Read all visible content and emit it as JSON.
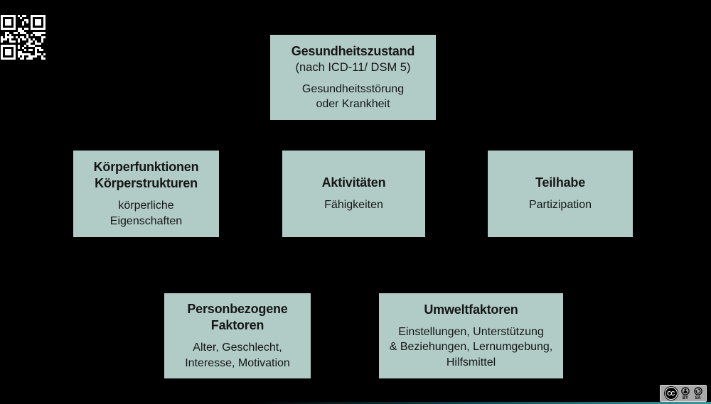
{
  "background": "#000000",
  "box_color": "#b1ccc7",
  "text_color": "#161616",
  "accent_bar_color": "#2e808a",
  "boxes": [
    {
      "id": "gesundheitszustand",
      "title": "Gesundheitszustand",
      "subtitle": "(nach ICD-11/ DSM 5)",
      "body": "Gesundheitsstörung\noder Krankheit"
    },
    {
      "id": "koerperfunktionen",
      "title": "Körperfunktionen\nKörperstrukturen",
      "body": "körperliche\nEigenschaften"
    },
    {
      "id": "aktivitaeten",
      "title": "Aktivitäten",
      "body": "Fähigkeiten"
    },
    {
      "id": "teilhabe",
      "title": "Teilhabe",
      "body": "Partizipation"
    },
    {
      "id": "personbezogene-faktoren",
      "title": "Personbezogene\nFaktoren",
      "body": "Alter, Geschlecht,\nInteresse, Motivation"
    },
    {
      "id": "umweltfaktoren",
      "title": "Umweltfaktoren",
      "body": "Einstellungen, Unterstützung\n& Beziehungen, Lernumgebung,\nHilfsmittel"
    }
  ],
  "license": {
    "cc": "CC",
    "by": "BY",
    "sa": "SA"
  },
  "icons": {
    "qr": "qr-code",
    "cc_logo": "cc-logo",
    "by": "person-icon",
    "sa": "share-alike-arrow-icon"
  }
}
